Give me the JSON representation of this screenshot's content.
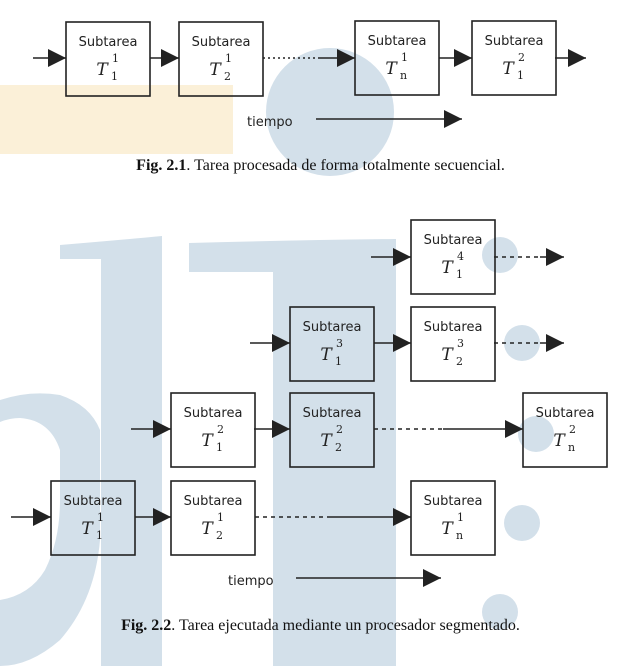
{
  "colors": {
    "watermark_blue": "#d3e0ea",
    "watermark_yellow": "#fbf0d8",
    "line": "#222222",
    "box_fill": "#ffffff"
  },
  "figure1": {
    "caption_bold": "Fig. 2.1",
    "caption_text": ". Tarea procesada de forma totalmente secuencial.",
    "time_label": "tiempo",
    "boxes": [
      {
        "label": "Subtarea",
        "sub": "1",
        "sup": "1"
      },
      {
        "label": "Subtarea",
        "sub": "2",
        "sup": "1"
      },
      {
        "label": "Subtarea",
        "sub": "n",
        "sup": "1"
      },
      {
        "label": "Subtarea",
        "sub": "1",
        "sup": "2"
      }
    ]
  },
  "figure2": {
    "caption_bold": "Fig. 2.2",
    "caption_text": ". Tarea ejecutada mediante un procesador segmentado.",
    "time_label": "tiempo",
    "boxes": [
      {
        "label": "Subtarea",
        "sub": "1",
        "sup": "4"
      },
      {
        "label": "Subtarea",
        "sub": "1",
        "sup": "3"
      },
      {
        "label": "Subtarea",
        "sub": "2",
        "sup": "3"
      },
      {
        "label": "Subtarea",
        "sub": "1",
        "sup": "2"
      },
      {
        "label": "Subtarea",
        "sub": "2",
        "sup": "2"
      },
      {
        "label": "Subtarea",
        "sub": "n",
        "sup": "2"
      },
      {
        "label": "Subtarea",
        "sub": "1",
        "sup": "1"
      },
      {
        "label": "Subtarea",
        "sub": "2",
        "sup": "1"
      },
      {
        "label": "Subtarea",
        "sub": "n",
        "sup": "1"
      }
    ]
  }
}
